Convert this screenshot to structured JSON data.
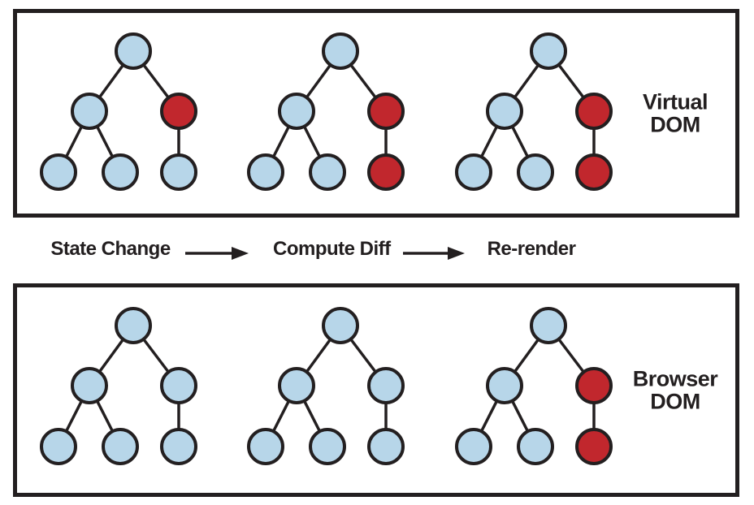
{
  "panels": {
    "virtual_dom": {
      "label_line1": "Virtual",
      "label_line2": "DOM",
      "node_order": [
        "root",
        "left",
        "right",
        "left-left",
        "left-right",
        "right-child"
      ],
      "trees": [
        {
          "name": "tree-1",
          "node_colors": [
            "blue",
            "blue",
            "red",
            "blue",
            "blue",
            "blue"
          ]
        },
        {
          "name": "tree-2",
          "node_colors": [
            "blue",
            "blue",
            "red",
            "blue",
            "blue",
            "red"
          ]
        },
        {
          "name": "tree-3",
          "node_colors": [
            "blue",
            "blue",
            "red",
            "blue",
            "blue",
            "red"
          ]
        }
      ]
    },
    "browser_dom": {
      "label_line1": "Browser",
      "label_line2": "DOM",
      "node_order": [
        "root",
        "left",
        "right",
        "left-left",
        "left-right",
        "right-child"
      ],
      "trees": [
        {
          "name": "tree-1",
          "node_colors": [
            "blue",
            "blue",
            "blue",
            "blue",
            "blue",
            "blue"
          ]
        },
        {
          "name": "tree-2",
          "node_colors": [
            "blue",
            "blue",
            "blue",
            "blue",
            "blue",
            "blue"
          ]
        },
        {
          "name": "tree-3",
          "node_colors": [
            "blue",
            "blue",
            "red",
            "blue",
            "blue",
            "red"
          ]
        }
      ]
    }
  },
  "flow": {
    "steps": [
      "State Change",
      "Compute Diff",
      "Re-render"
    ]
  },
  "colors": {
    "node_blue": "#b7d6e9",
    "node_red": "#c1272d",
    "stroke": "#231f20",
    "background": "#ffffff"
  }
}
